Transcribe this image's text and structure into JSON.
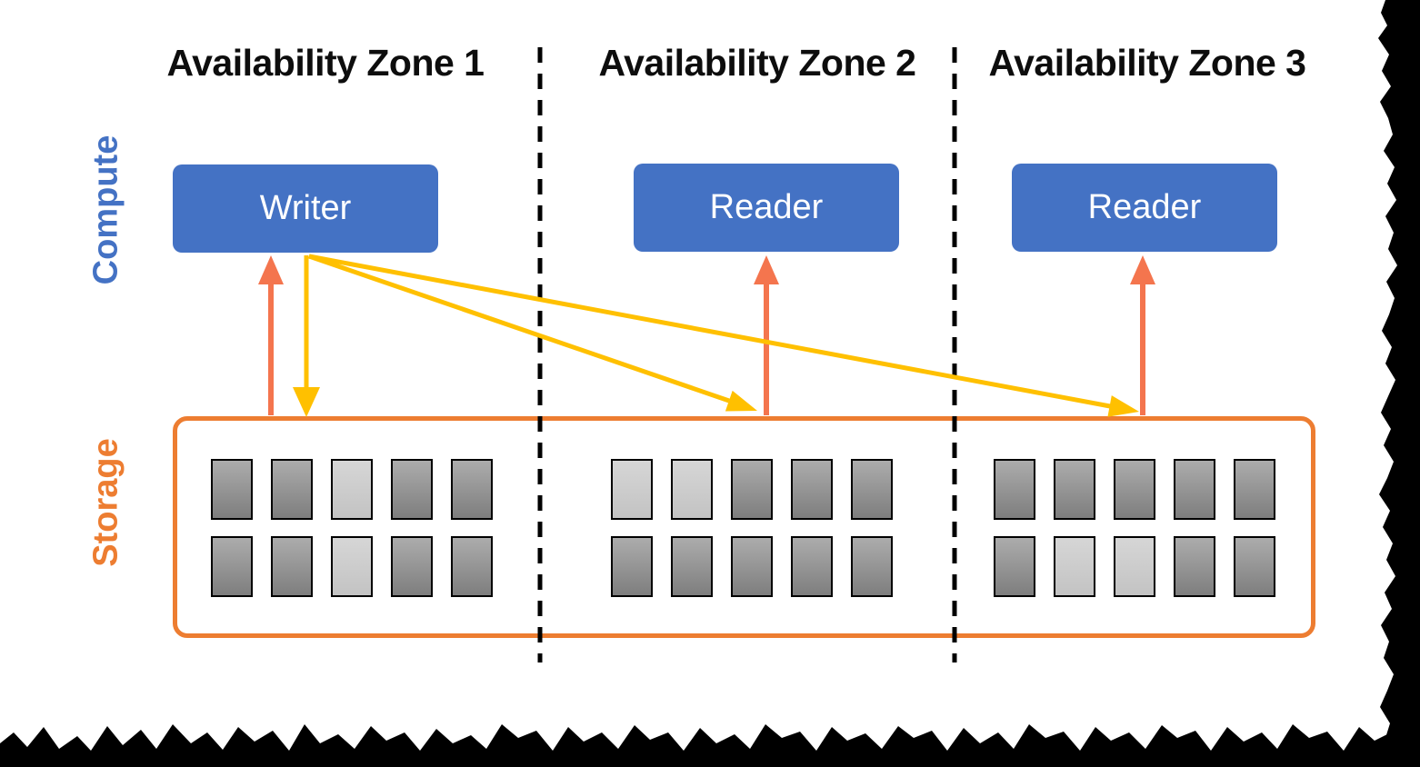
{
  "diagram": {
    "layers": [
      {
        "label": "Compute",
        "color": "#4472C4"
      },
      {
        "label": "Storage",
        "color": "#ED7D31"
      }
    ],
    "zones": [
      {
        "header": "Availability Zone 1",
        "node_label": "Writer",
        "storage_rows": [
          [
            "dark",
            "dark",
            "light",
            "dark",
            "dark"
          ],
          [
            "dark",
            "dark",
            "light",
            "dark",
            "dark"
          ]
        ]
      },
      {
        "header": "Availability Zone 2",
        "node_label": "Reader",
        "storage_rows": [
          [
            "light",
            "light",
            "dark",
            "dark",
            "dark"
          ],
          [
            "dark",
            "dark",
            "dark",
            "dark",
            "dark"
          ]
        ]
      },
      {
        "header": "Availability Zone 3",
        "node_label": "Reader",
        "storage_rows": [
          [
            "dark",
            "dark",
            "dark",
            "dark",
            "dark"
          ],
          [
            "dark",
            "light",
            "light",
            "dark",
            "dark"
          ]
        ]
      }
    ],
    "colors": {
      "node_fill": "#4472C4",
      "node_text": "#FFFFFF",
      "storage_border": "#ED7D31",
      "read_arrow": "#F4754E",
      "write_arrow": "#FFC000",
      "zone_divider": "#000000",
      "segment_dark": "#8C8C8C",
      "segment_light": "#CCCCCC",
      "torn_edge": "#000000"
    }
  }
}
